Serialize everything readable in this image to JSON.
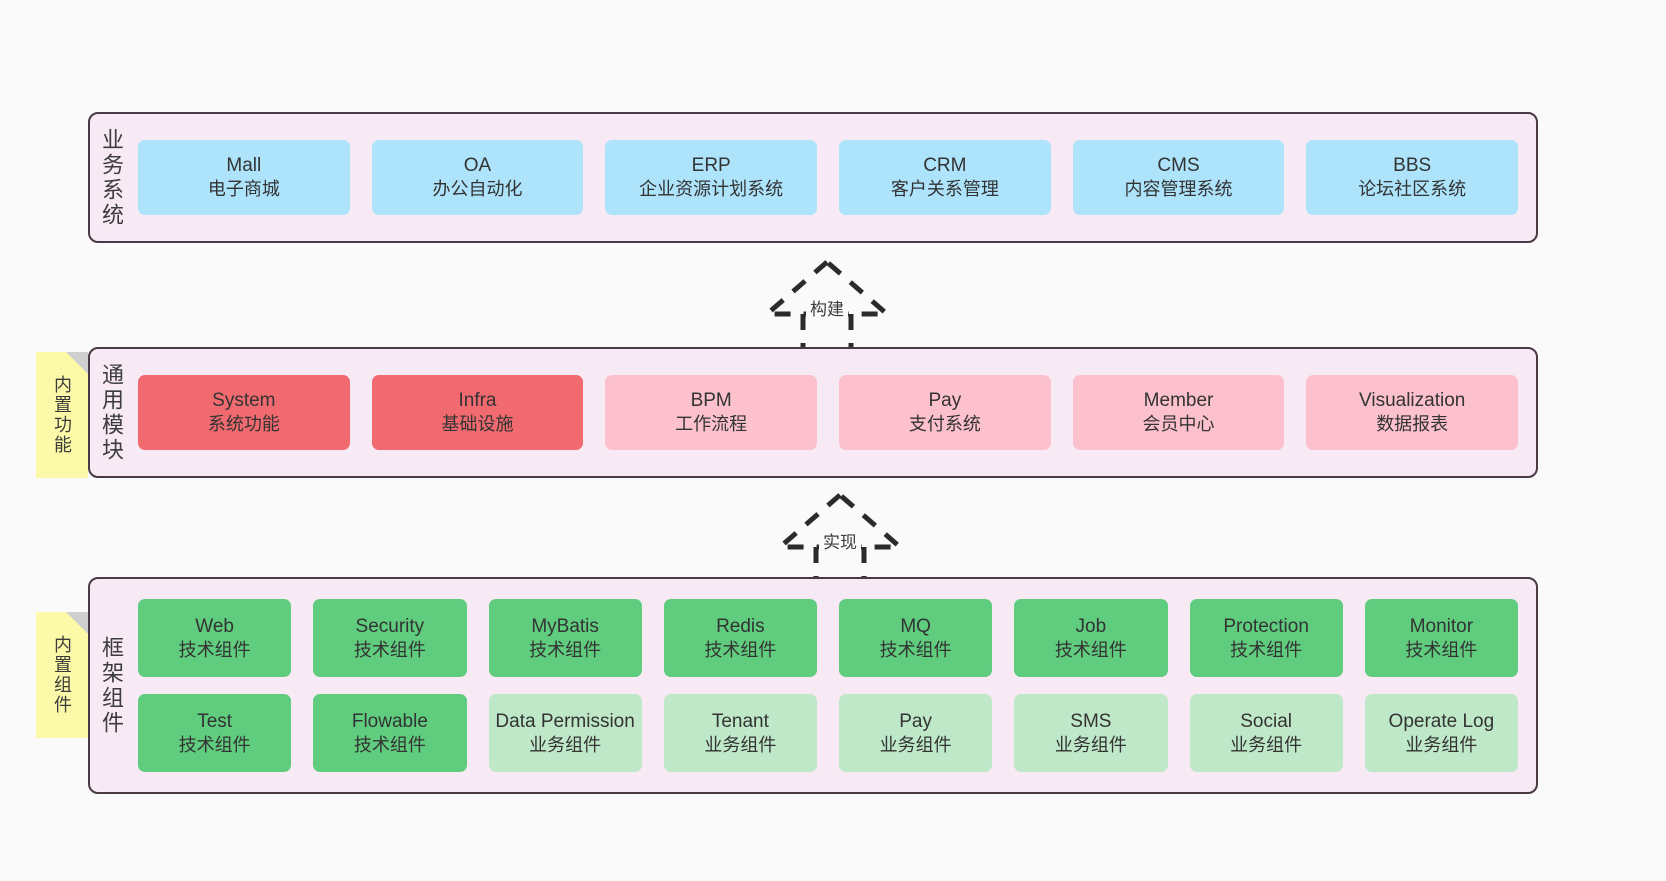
{
  "diagram": {
    "background_color": "#fafafa",
    "container_fill": "#f8eaf4",
    "container_border": "#4a3a46"
  },
  "layers": [
    {
      "id": "business",
      "title": "业务系统",
      "card_color": "#ade3fb",
      "rows": [
        [
          {
            "en": "Mall",
            "cn": "电子商城"
          },
          {
            "en": "OA",
            "cn": "办公自动化"
          },
          {
            "en": "ERP",
            "cn": "企业资源计划系统"
          },
          {
            "en": "CRM",
            "cn": "客户关系管理"
          },
          {
            "en": "CMS",
            "cn": "内容管理系统"
          },
          {
            "en": "BBS",
            "cn": "论坛社区系统"
          }
        ]
      ]
    },
    {
      "id": "module",
      "title": "通用模块",
      "card_color": "#fcc1cd",
      "accent_color": "#f06a6f",
      "rows": [
        [
          {
            "en": "System",
            "cn": "系统功能",
            "accent": true
          },
          {
            "en": "Infra",
            "cn": "基础设施",
            "accent": true
          },
          {
            "en": "BPM",
            "cn": "工作流程"
          },
          {
            "en": "Pay",
            "cn": "支付系统"
          },
          {
            "en": "Member",
            "cn": "会员中心"
          },
          {
            "en": "Visualization",
            "cn": "数据报表"
          }
        ]
      ]
    },
    {
      "id": "framework",
      "title": "框架组件",
      "card_color": "#5fcc7e",
      "light_color": "#bfe8c9",
      "rows": [
        [
          {
            "en": "Web",
            "cn": "技术组件"
          },
          {
            "en": "Security",
            "cn": "技术组件"
          },
          {
            "en": "MyBatis",
            "cn": "技术组件"
          },
          {
            "en": "Redis",
            "cn": "技术组件"
          },
          {
            "en": "MQ",
            "cn": "技术组件"
          },
          {
            "en": "Job",
            "cn": "技术组件"
          },
          {
            "en": "Protection",
            "cn": "技术组件"
          },
          {
            "en": "Monitor",
            "cn": "技术组件"
          }
        ],
        [
          {
            "en": "Test",
            "cn": "技术组件"
          },
          {
            "en": "Flowable",
            "cn": "技术组件"
          },
          {
            "en": "Data Permission",
            "cn": "业务组件",
            "light": true
          },
          {
            "en": "Tenant",
            "cn": "业务组件",
            "light": true
          },
          {
            "en": "Pay",
            "cn": "业务组件",
            "light": true
          },
          {
            "en": "SMS",
            "cn": "业务组件",
            "light": true
          },
          {
            "en": "Social",
            "cn": "业务组件",
            "light": true
          },
          {
            "en": "Operate Log",
            "cn": "业务组件",
            "light": true
          }
        ]
      ]
    }
  ],
  "sticky_notes": [
    {
      "id": "module",
      "text": "内置功能",
      "color": "#fcfaa8"
    },
    {
      "id": "framework",
      "text": "内置组件",
      "color": "#fcfaa8"
    }
  ],
  "arrows": [
    {
      "id": "build",
      "label": "构建",
      "style": "dashed-generalization"
    },
    {
      "id": "impl",
      "label": "实现",
      "style": "dashed-generalization"
    }
  ]
}
